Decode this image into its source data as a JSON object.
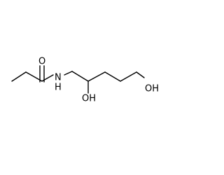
{
  "structure": {
    "atom_labels": {
      "carbonyl_oxygen": "O",
      "amide_nitrogen": "N",
      "amide_hydrogen": "H",
      "hydroxyl_1": "OH",
      "hydroxyl_2": "OH"
    },
    "colors": {
      "bond": "#000000",
      "background": "#ffffff"
    }
  }
}
